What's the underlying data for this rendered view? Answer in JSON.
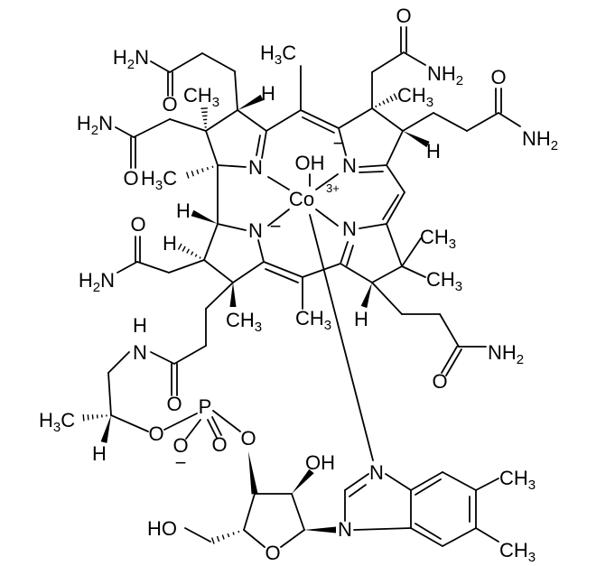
{
  "title": "Hydroxocobalamin structure",
  "atoms": {
    "amide_a_n": "H2N",
    "amide_a_o": "O",
    "ch3_a": "CH3",
    "h_a": "H",
    "h3c_meso_top": "H3C",
    "amide_b_n": "H2N",
    "amide_b_o": "O",
    "h3c_b": "H3C",
    "n_a": "N",
    "oh_axial": "OH",
    "n_b": "N",
    "n_b_charge": "−",
    "co": "Co",
    "co_charge": "3+",
    "h_b": "H",
    "amide_c_o": "O",
    "amide_c_n": "NH2",
    "ch3_c": "CH3",
    "amide_d_o": "O",
    "amide_d_n": "NH2",
    "h_d": "H",
    "n_c": "N",
    "n_c_charge": "−",
    "h_e": "H",
    "amide_e_o": "O",
    "amide_e_n": "H2N",
    "n_d": "N",
    "ch3_d1": "CH3",
    "ch3_d2": "CH3",
    "ch3_e": "CH3",
    "ch3_meso_bottom": "CH3",
    "h_f": "H",
    "amide_f_n": "NH2",
    "amide_f_o": "O",
    "nh_n": "N",
    "nh_h": "H",
    "amide_g_o": "O",
    "h3c_g": "H3C",
    "h_g": "H",
    "o_ester": "O",
    "p": "P",
    "o_minus": "O",
    "o_minus_charge": "−",
    "o_double": "O",
    "o_ribose3": "O",
    "oh_ribose": "OH",
    "ho_ribose": "HO",
    "o_ring": "O",
    "n_bzim1": "N",
    "n_bzim3": "N",
    "ch3_bzim5": "CH3",
    "ch3_bzim6": "CH3"
  }
}
